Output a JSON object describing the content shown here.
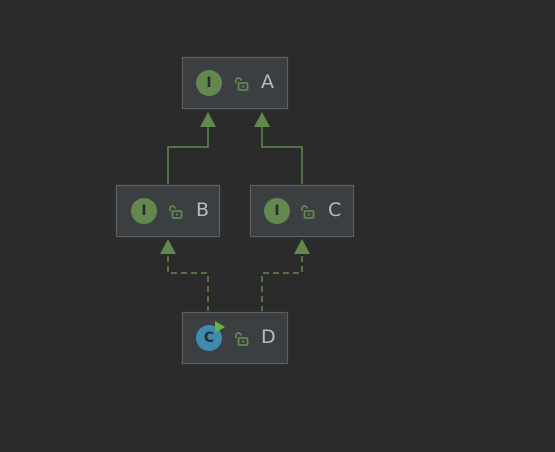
{
  "diagram": {
    "nodes": [
      {
        "id": "A",
        "label": "A",
        "kind": "interface",
        "badge_letter": "I",
        "visibility_icon": "unlocked-padlock-icon"
      },
      {
        "id": "B",
        "label": "B",
        "kind": "interface",
        "badge_letter": "I",
        "visibility_icon": "unlocked-padlock-icon"
      },
      {
        "id": "C",
        "label": "C",
        "kind": "interface",
        "badge_letter": "I",
        "visibility_icon": "unlocked-padlock-icon"
      },
      {
        "id": "D",
        "label": "D",
        "kind": "class",
        "badge_letter": "C",
        "badge_overlay_icon": "run-triangle-icon",
        "visibility_icon": "unlocked-padlock-icon"
      }
    ],
    "edges": [
      {
        "from": "B",
        "to": "A",
        "style": "solid",
        "relation": "extends"
      },
      {
        "from": "C",
        "to": "A",
        "style": "solid",
        "relation": "extends"
      },
      {
        "from": "D",
        "to": "B",
        "style": "dashed",
        "relation": "implements"
      },
      {
        "from": "D",
        "to": "C",
        "style": "dashed",
        "relation": "implements"
      }
    ],
    "colors": {
      "background": "#2b2b2b",
      "node_fill": "#3c3f41",
      "node_border": "#5e6060",
      "edge": "#62884f",
      "interface_badge": "#62884f",
      "class_badge": "#3d8cb0",
      "run_marker": "#62b543",
      "label_text": "#bbbbbb"
    }
  }
}
